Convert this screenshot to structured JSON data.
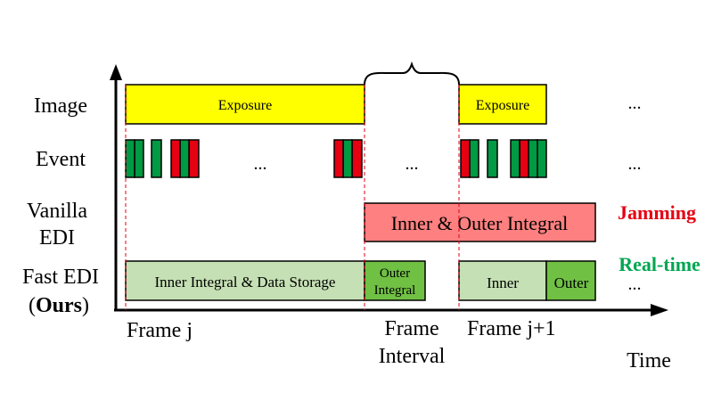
{
  "rows": {
    "image": "Image",
    "event": "Event",
    "vanilla_line1": "Vanilla",
    "vanilla_line2": "EDI",
    "fast_line1": "Fast EDI",
    "fast_open": "(",
    "fast_bold": "Ours",
    "fast_close": ")"
  },
  "image_row": {
    "exposure_1": "Exposure",
    "exposure_2": "Exposure",
    "ellipsis": "..."
  },
  "event_row": {
    "ellipsis_1": "...",
    "ellipsis_2": "...",
    "ellipsis_3": "..."
  },
  "vanilla_row": {
    "block": "Inner & Outer Integral",
    "tag": "Jamming"
  },
  "fast_row": {
    "block_storage": "Inner Integral & Data Storage",
    "outer_line1": "Outer",
    "outer_line2": "Integral",
    "inner": "Inner",
    "outer": "Outer",
    "tag": "Real-time",
    "ellipsis": "..."
  },
  "axis": {
    "frame_j": "Frame j",
    "interval_line1": "Frame",
    "interval_line2": "Interval",
    "frame_j1": "Frame j+1",
    "time": "Time"
  },
  "colors": {
    "exposure": "#ffff00",
    "event_green": "#009944",
    "event_red": "#e50012",
    "vanilla_block": "#ff8080",
    "jamming": "#e50012",
    "light_green": "#c5e0b4",
    "green": "#70c044",
    "realtime": "#00a651"
  }
}
